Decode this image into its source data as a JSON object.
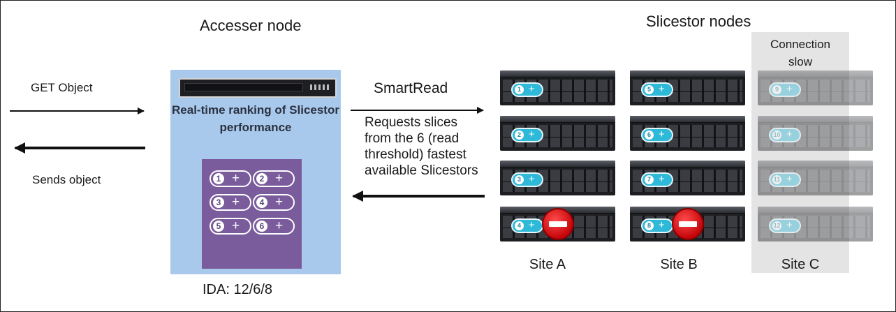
{
  "titles": {
    "accesser": "Accesser node",
    "slicestor": "Slicestor nodes"
  },
  "client_flow": {
    "get": "GET Object",
    "sends": "Sends object"
  },
  "accesser_panel": {
    "ranking_title": "Real-time ranking of Slicestor performance",
    "ranked_slicestors": [
      "1",
      "2",
      "3",
      "4",
      "5",
      "6"
    ],
    "plus_symbol": "+",
    "ida": "IDA: 12/6/8"
  },
  "smartread": {
    "label": "SmartRead",
    "description_lines": [
      "Requests slices",
      "from the 6 (read",
      "threshold) fastest",
      "available Slicestors"
    ]
  },
  "connection_note": [
    "Connection",
    "slow"
  ],
  "sites": [
    {
      "name": "Site A",
      "slicestors": [
        "1",
        "2",
        "3",
        "4"
      ],
      "unavailable": "4"
    },
    {
      "name": "Site B",
      "slicestors": [
        "5",
        "6",
        "7",
        "8"
      ],
      "unavailable": "8"
    },
    {
      "name": "Site C",
      "slicestors": [
        "9",
        "10",
        "11",
        "12"
      ],
      "slow": true
    }
  ],
  "colors": {
    "panel": "#a9c9ec",
    "ranking_box": "#7a5b9c",
    "slicestor_badge": "#2fb9d8",
    "slow_highlight": "#e4e4e4",
    "no_entry": "#d80a10"
  },
  "icons": {
    "unavailable": "no-entry-icon",
    "server": "rack-server-icon"
  }
}
